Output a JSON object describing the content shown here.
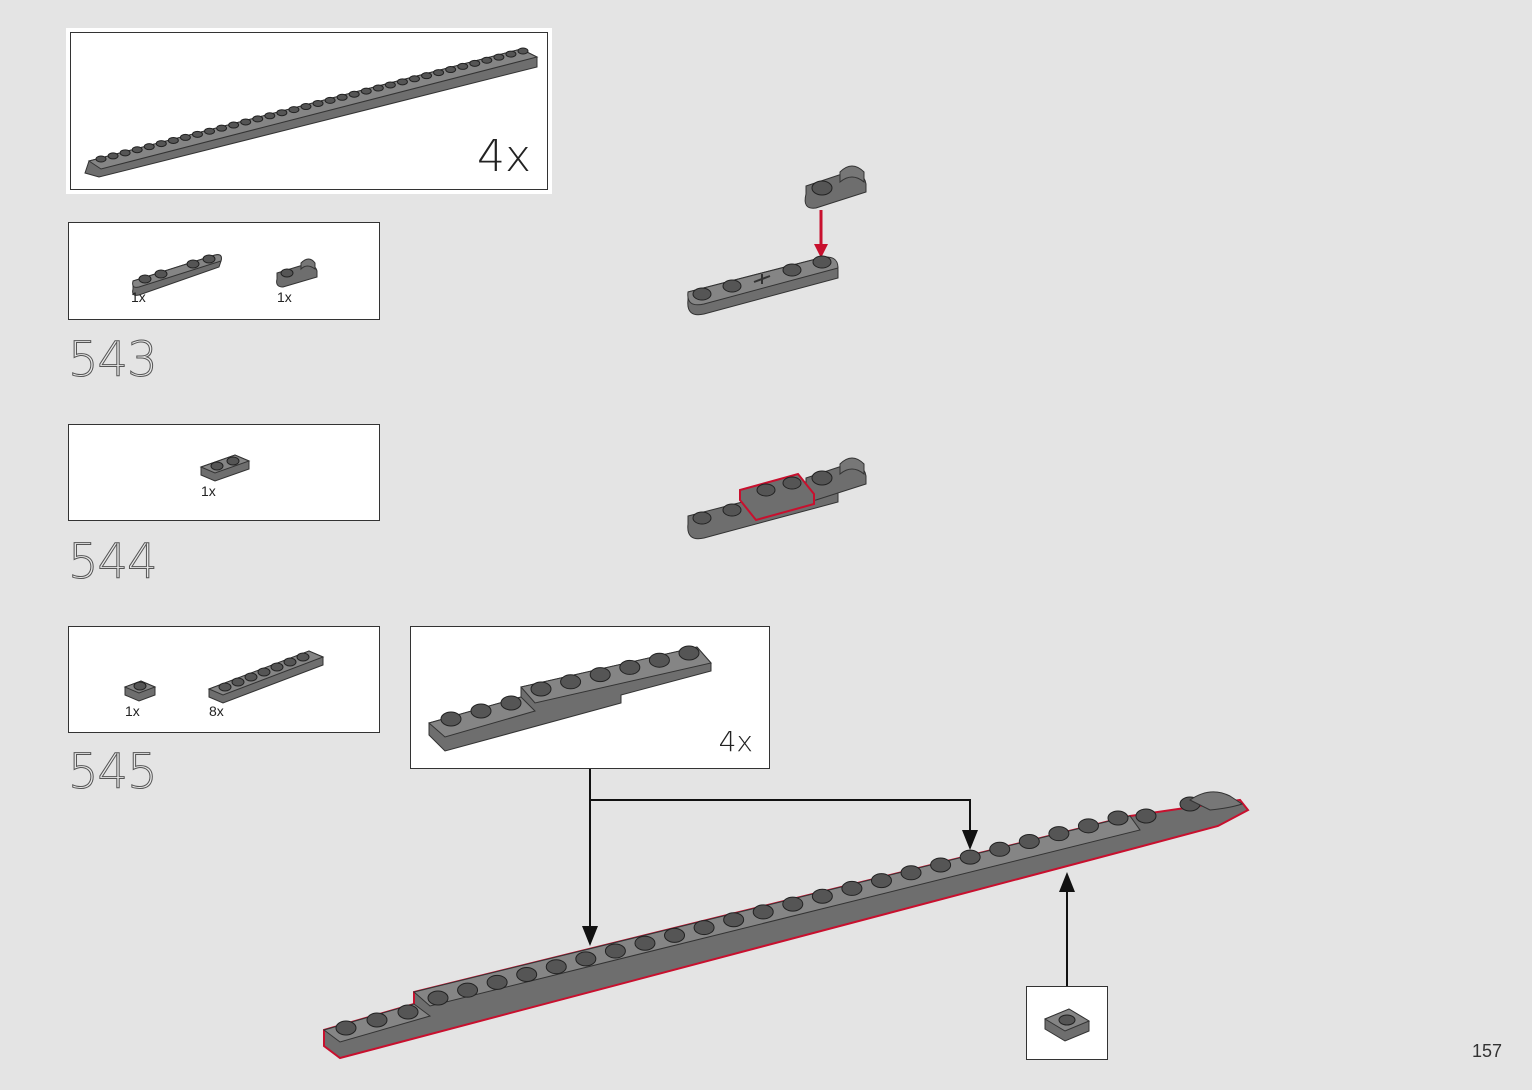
{
  "subassembly_top": {
    "quantity": "4x"
  },
  "steps": [
    {
      "number": "543",
      "parts": [
        {
          "qty": "1x",
          "part": "plate-1x4-rounded-ends"
        },
        {
          "qty": "1x",
          "part": "plate-clip"
        }
      ]
    },
    {
      "number": "544",
      "parts": [
        {
          "qty": "1x",
          "part": "plate-1x2"
        }
      ]
    },
    {
      "number": "545",
      "parts": [
        {
          "qty": "1x",
          "part": "plate-1x1"
        },
        {
          "qty": "8x",
          "part": "plate-1x8"
        }
      ]
    }
  ],
  "subassembly_545": {
    "quantity": "4x"
  },
  "page": {
    "number": "157"
  },
  "colors": {
    "part": "#6e6e6e",
    "part_dark": "#4a4a4a",
    "highlight": "#c8102e",
    "arrow": "#111111",
    "background": "#e4e4e4"
  }
}
